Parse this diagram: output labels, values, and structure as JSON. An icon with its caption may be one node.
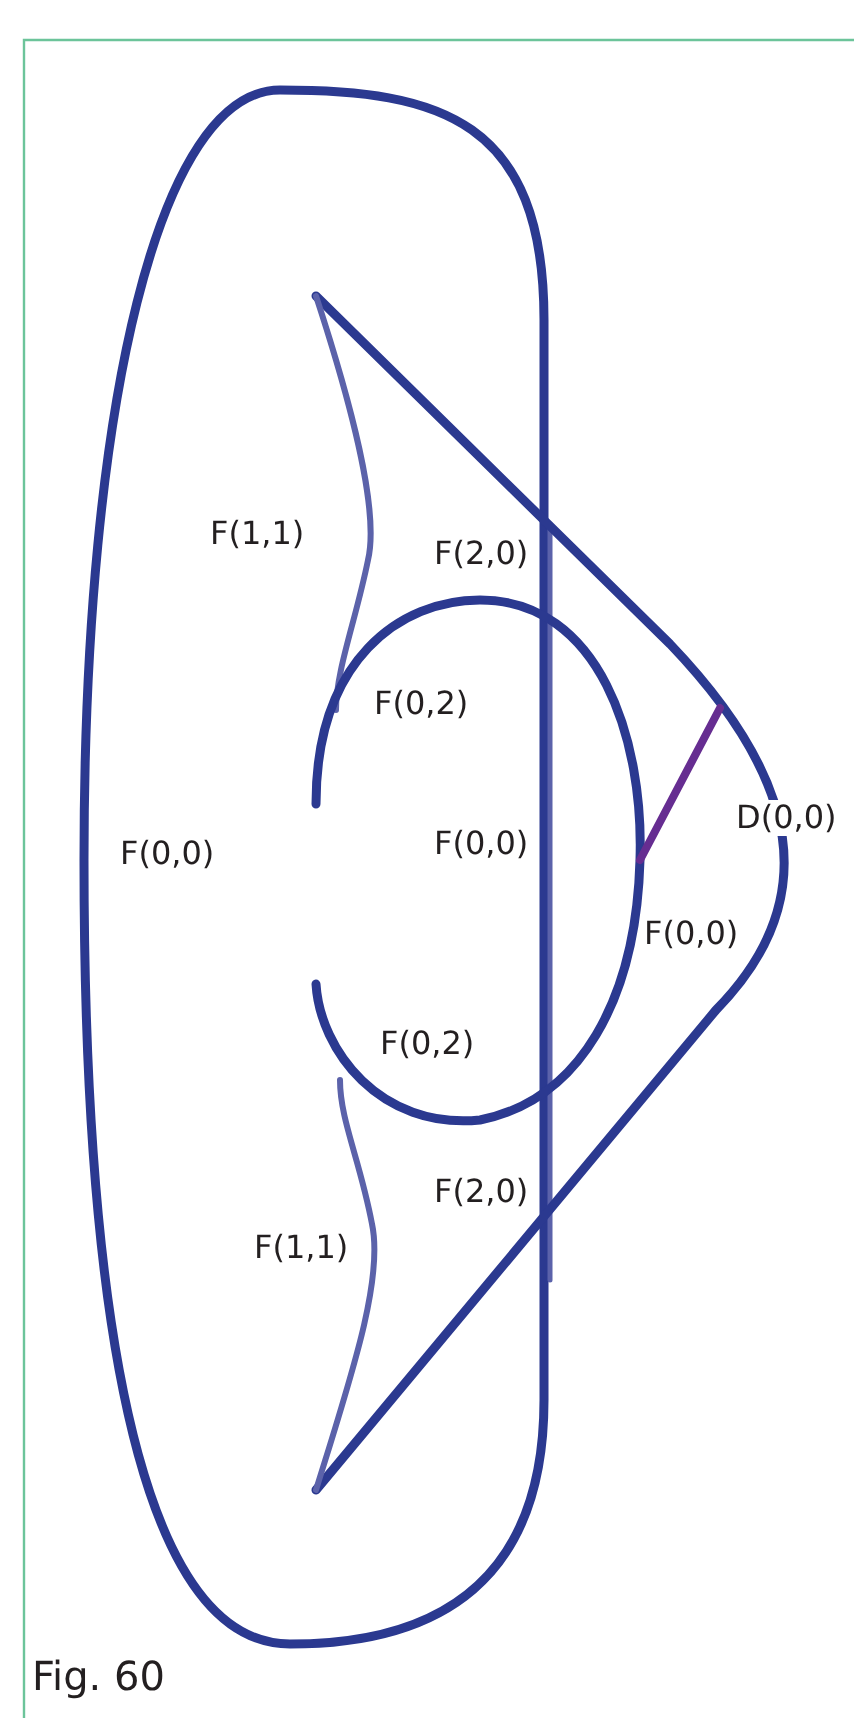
{
  "diagram": {
    "caption": "Fig. 60",
    "labels": [
      "F(1,1)",
      "F(2,0)",
      "F(0,2)",
      "D(0,0)",
      "F(0,0)",
      "F(0,0)",
      "F(0,0)",
      "F(0,2)",
      "F(2,0)",
      "F(1,1)"
    ]
  }
}
